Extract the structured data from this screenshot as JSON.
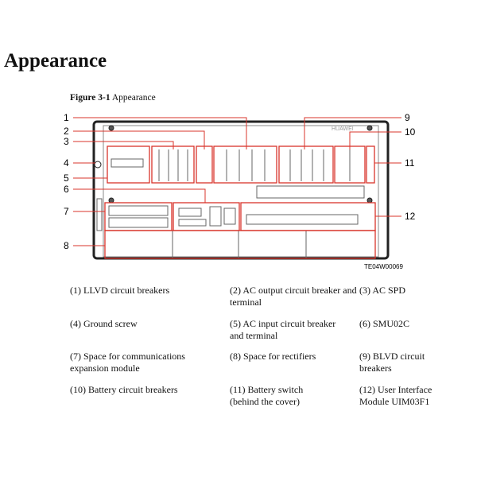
{
  "heading": "Appearance",
  "figure": {
    "number": "Figure 3-1",
    "title": "Appearance",
    "id": "TE04W00069",
    "brand": "HUAWEI",
    "callouts": [
      "1",
      "2",
      "3",
      "4",
      "5",
      "6",
      "7",
      "8",
      "9",
      "10",
      "11",
      "12"
    ]
  },
  "legend": [
    "(1) LLVD circuit breakers",
    "(2) AC output circuit breaker and terminal",
    "(3) AC SPD",
    "(4) Ground screw",
    "(5) AC input circuit breaker and terminal",
    "(6) SMU02C",
    "(7) Space for communications expansion module",
    "(8) Space for rectifiers",
    "(9) BLVD circuit breakers",
    "(10) Battery circuit breakers",
    "(11) Battery switch (behind the cover)",
    "(12) User Interface Module UIM03F1"
  ]
}
